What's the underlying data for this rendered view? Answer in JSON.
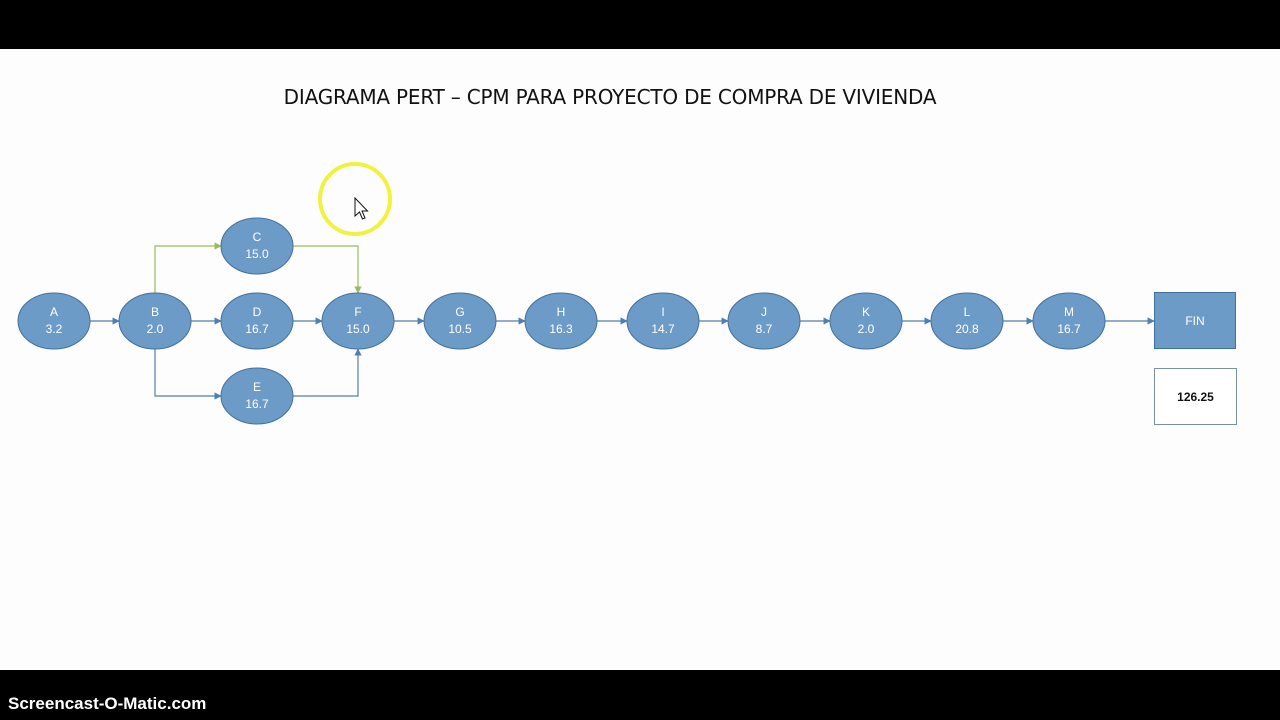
{
  "slide": {
    "title": "DIAGRAMA PERT – CPM PARA PROYECTO DE COMPRA DE VIVIENDA",
    "nodes": [
      {
        "id": "A",
        "value": "3.2"
      },
      {
        "id": "B",
        "value": "2.0"
      },
      {
        "id": "C",
        "value": "15.0"
      },
      {
        "id": "D",
        "value": "16.7"
      },
      {
        "id": "E",
        "value": "16.7"
      },
      {
        "id": "F",
        "value": "15.0"
      },
      {
        "id": "G",
        "value": "10.5"
      },
      {
        "id": "H",
        "value": "16.3"
      },
      {
        "id": "I",
        "value": "14.7"
      },
      {
        "id": "J",
        "value": "8.7"
      },
      {
        "id": "K",
        "value": "2.0"
      },
      {
        "id": "L",
        "value": "20.8"
      },
      {
        "id": "M",
        "value": "16.7"
      }
    ],
    "edges": [
      [
        "A",
        "B"
      ],
      [
        "B",
        "C"
      ],
      [
        "B",
        "D"
      ],
      [
        "B",
        "E"
      ],
      [
        "C",
        "F"
      ],
      [
        "D",
        "F"
      ],
      [
        "E",
        "F"
      ],
      [
        "F",
        "G"
      ],
      [
        "G",
        "H"
      ],
      [
        "H",
        "I"
      ],
      [
        "I",
        "J"
      ],
      [
        "J",
        "K"
      ],
      [
        "K",
        "L"
      ],
      [
        "L",
        "M"
      ],
      [
        "M",
        "FIN"
      ]
    ],
    "fin_label": "FIN",
    "total": "126.25"
  },
  "colors": {
    "node_fill": "#6d9bc7",
    "node_stroke": "#41719c",
    "arrow_main": "#4f7fb0",
    "arrow_green": "#9bbb59",
    "cursor_highlight": "#f0f02a"
  },
  "cursor": {
    "icon": "arrow-cursor-icon"
  },
  "footer": {
    "watermark": "Screencast-O-Matic.com"
  }
}
